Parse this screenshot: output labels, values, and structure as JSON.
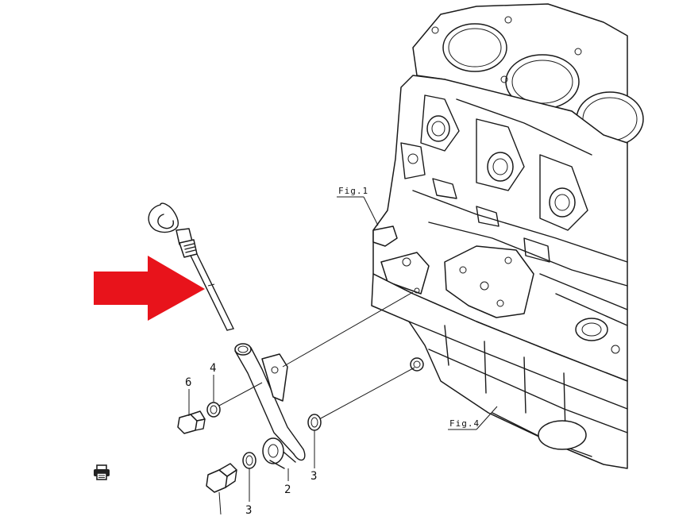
{
  "figure_labels": {
    "fig1": "Fig.1",
    "fig4": "Fig.4"
  },
  "callouts": {
    "c6": "6",
    "c4": "4",
    "c3a": "3",
    "c3b": "3",
    "c2": "2"
  },
  "colors": {
    "arrow": "#e8131b",
    "line": "#1a1a1a"
  },
  "icons": {
    "print": "printer-icon",
    "arrow": "red-arrow-icon"
  }
}
